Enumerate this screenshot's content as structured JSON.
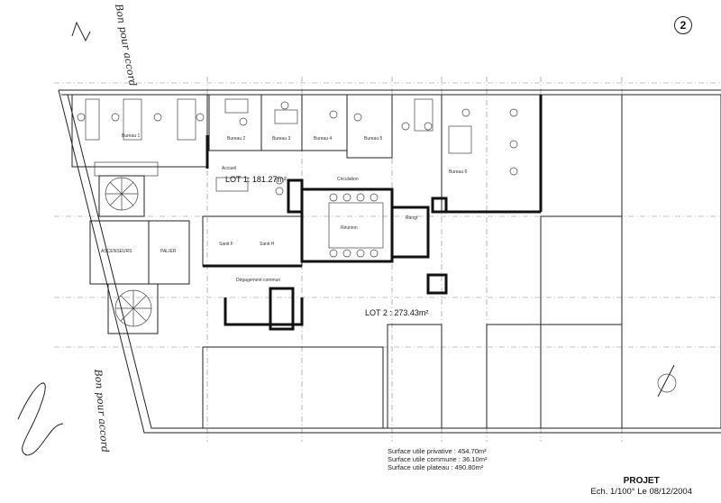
{
  "sheet_number": "2",
  "handwritten": {
    "top": "Bon pour accord",
    "bottom": "Bon pour accord"
  },
  "lots": {
    "lot1": "LOT 1: 181.27m²",
    "lot2": "LOT 2 : 273.43m²"
  },
  "rooms": {
    "ascenseurs": "ASCENSEURS",
    "palier": "PALIER",
    "degagement": "Dégagement commun",
    "accueil": "Accueil",
    "circulation": "Circulation",
    "reunion": "Réunion",
    "bureau1": "Bureau 1",
    "bureau2": "Bureau 2",
    "bureau3": "Bureau 3",
    "bureau4": "Bureau 4",
    "bureau5": "Bureau 5",
    "bureau6": "Bureau 6",
    "sanit_f": "Sanit F",
    "sanit_h": "Sanit H",
    "rangt": "Rangt"
  },
  "summary": {
    "privative": "Surface utile privative : 454.70m²",
    "commune": "Surface utile commune : 36.10m²",
    "plateau": "Surface utile plateau : 490.80m²"
  },
  "title_block": {
    "title": "PROJET",
    "scale_date": "Ech. 1/100° Le 08/12/2004"
  }
}
